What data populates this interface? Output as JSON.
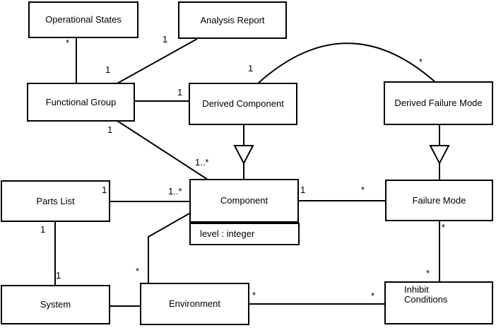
{
  "diagram": {
    "kind": "uml-class-diagram",
    "colors": {
      "line": "#000000",
      "background": "#ffffff",
      "box_fill": "#ffffff",
      "text": "#000000"
    }
  },
  "nodes": {
    "operational_states": {
      "label": "Operational States"
    },
    "analysis_report": {
      "label": "Analysis Report"
    },
    "functional_group": {
      "label": "Functional Group"
    },
    "derived_component": {
      "label": "Derived Component"
    },
    "derived_failure_mode": {
      "label": "Derived Failure Mode"
    },
    "parts_list": {
      "label": "Parts List"
    },
    "component": {
      "label": "Component",
      "attributes": [
        "level : integer"
      ]
    },
    "failure_mode": {
      "label": "Failure Mode"
    },
    "system": {
      "label": "System"
    },
    "environment": {
      "label": "Environment"
    },
    "inhibit_conditions": {
      "label": "Inhibit Conditions"
    }
  },
  "edges": {
    "os_fg": {
      "from": "Operational States",
      "to": "Functional Group",
      "type": "association",
      "from_mult": "*"
    },
    "fg_ar": {
      "from": "Functional Group",
      "to": "Analysis Report",
      "type": "association",
      "from_mult": "1",
      "to_mult": "1"
    },
    "fg_dc": {
      "from": "Functional Group",
      "to": "Derived Component",
      "type": "association",
      "to_mult": "1"
    },
    "fg_comp": {
      "from": "Functional Group",
      "to": "Component",
      "type": "association",
      "from_mult": "1",
      "to_mult": "1..*"
    },
    "dc_dfm": {
      "from": "Derived Component",
      "to": "Derived Failure Mode",
      "type": "association",
      "from_mult": "1",
      "to_mult": "*"
    },
    "dc_comp": {
      "from": "Derived Component",
      "to": "Component",
      "type": "generalization"
    },
    "dfm_fm": {
      "from": "Derived Failure Mode",
      "to": "Failure Mode",
      "type": "generalization"
    },
    "pl_comp": {
      "from": "Parts List",
      "to": "Component",
      "type": "association",
      "from_mult": "1",
      "to_mult": "1..*"
    },
    "comp_fm": {
      "from": "Component",
      "to": "Failure Mode",
      "type": "association",
      "from_mult": "1",
      "to_mult": "*"
    },
    "pl_sys": {
      "from": "Parts List",
      "to": "System",
      "type": "association",
      "from_mult": "1",
      "to_mult": "1"
    },
    "sys_env": {
      "from": "System",
      "to": "Environment",
      "type": "association"
    },
    "comp_env": {
      "from": "Component",
      "to": "Environment",
      "type": "association",
      "to_mult": "*"
    },
    "env_ic": {
      "from": "Environment",
      "to": "Inhibit Conditions",
      "type": "association",
      "from_mult": "*",
      "to_mult": "*"
    },
    "fm_ic": {
      "from": "Failure Mode",
      "to": "Inhibit Conditions",
      "type": "association",
      "from_mult": "*",
      "to_mult": "*"
    }
  }
}
